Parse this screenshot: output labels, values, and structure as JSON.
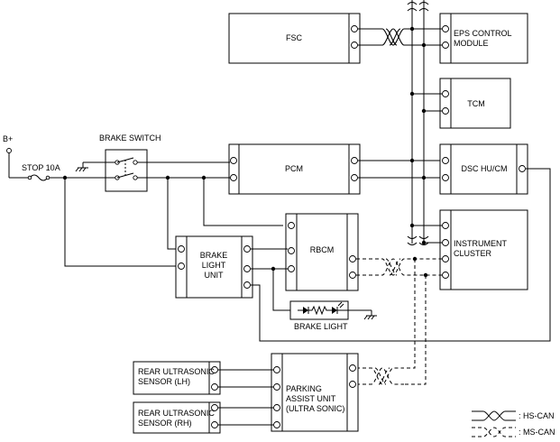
{
  "components": {
    "fsc": "FSC",
    "eps_line1": "EPS CONTROL",
    "eps_line2": "MODULE",
    "tcm": "TCM",
    "pcm": "PCM",
    "dsc": "DSC HU/CM",
    "rbcm": "RBCM",
    "cluster_line1": "INSTRUMENT",
    "cluster_line2": "CLUSTER",
    "brake_light_unit_line1": "BRAKE",
    "brake_light_unit_line2": "LIGHT",
    "brake_light_unit_line3": "UNIT",
    "brake_switch": "BRAKE SWITCH",
    "brake_light": "BRAKE LIGHT",
    "parking_line1": "PARKING",
    "parking_line2": "ASSIST UNIT",
    "parking_line3": "(ULTRA SONIC)",
    "sensor_lh_line1": "REAR ULTRASONIC",
    "sensor_lh_line2": "SENSOR (LH)",
    "sensor_rh_line1": "REAR ULTRASONIC",
    "sensor_rh_line2": "SENSOR (RH)"
  },
  "power": {
    "battery": "B+",
    "fuse": "STOP 10A"
  },
  "legend": {
    "hs_can": ": HS-CAN",
    "ms_can": ": MS-CAN"
  }
}
